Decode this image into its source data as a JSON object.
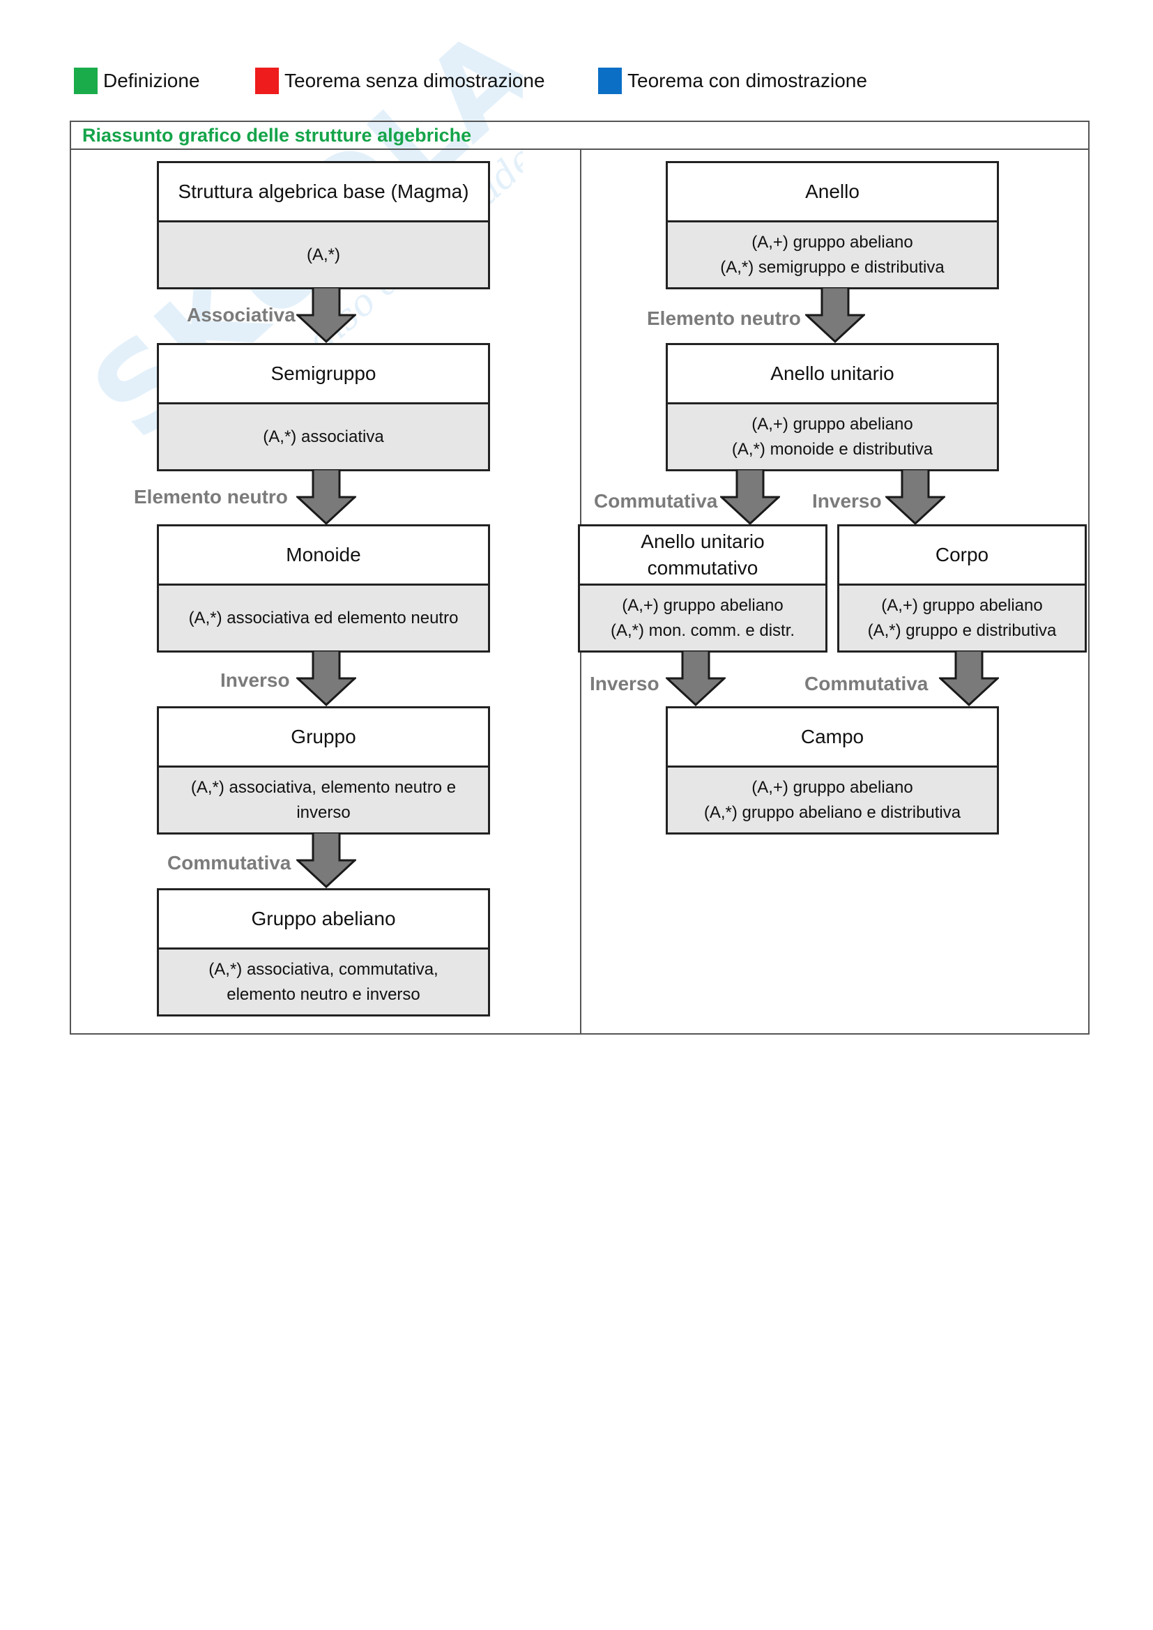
{
  "legend": [
    {
      "label": "Definizione",
      "color": "#1aab4b"
    },
    {
      "label": "Teorema senza dimostrazione",
      "color": "#ee1c1c"
    },
    {
      "label": "Teorema con dimostrazione",
      "color": "#0b6fc6"
    }
  ],
  "section": {
    "title": "Riassunto grafico delle strutture algebriche",
    "title_color": "#15a44a"
  },
  "left": {
    "magma": {
      "title": "Struttura algebrica base (Magma)",
      "body": "(A,*)"
    },
    "semigruppo": {
      "title": "Semigruppo",
      "body": "(A,*) associativa"
    },
    "monoide": {
      "title": "Monoide",
      "body": "(A,*) associativa ed elemento neutro"
    },
    "gruppo": {
      "title": "Gruppo",
      "body": "(A,*) associativa, elemento neutro e inverso"
    },
    "abeliano": {
      "title": "Gruppo abeliano",
      "body": "(A,*) associativa, commutativa,\nelemento neutro e inverso"
    },
    "edges": {
      "e1": "Associativa",
      "e2": "Elemento neutro",
      "e3": "Inverso",
      "e4": "Commutativa"
    }
  },
  "right": {
    "anello": {
      "title": "Anello",
      "body": "(A,+) gruppo abeliano\n(A,*) semigruppo e distributiva"
    },
    "unitario": {
      "title": "Anello unitario",
      "body": "(A,+) gruppo abeliano\n(A,*) monoide e distributiva"
    },
    "commutativo": {
      "title": "Anello unitario commutativo",
      "body": "(A,+) gruppo abeliano\n(A,*) mon. comm. e distr."
    },
    "corpo": {
      "title": "Corpo",
      "body": "(A,+) gruppo abeliano\n(A,*) gruppo e distributiva"
    },
    "campo": {
      "title": "Campo",
      "body": "(A,+) gruppo abeliano\n(A,*) gruppo abeliano e distributiva"
    },
    "edges": {
      "e1": "Elemento neutro",
      "e2": "Commutativa",
      "e3": "Inverso",
      "e4": "Inverso",
      "e5": "Commutativa"
    }
  },
  "watermark": {
    "brand": "SKUOLA.net",
    "tagline": "il paradiso dello studente"
  }
}
